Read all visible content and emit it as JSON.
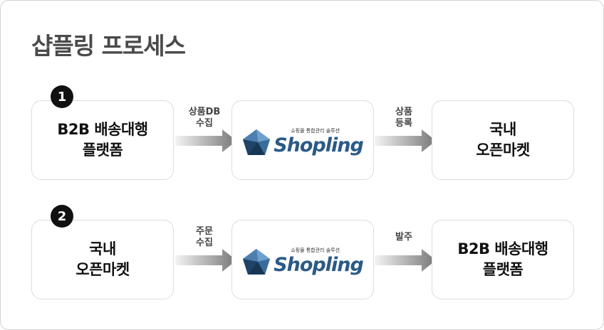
{
  "title": "샵플링 프로세스",
  "logo": {
    "tagline": "쇼핑몰 통합관리 솔루션",
    "wordmark": "Shopling",
    "icon": "pentagon-logo-icon"
  },
  "rows": [
    {
      "step": "1",
      "source": {
        "line1": "B2B 배송대행",
        "line2": "플랫폼"
      },
      "label_in": {
        "line1": "상품DB",
        "line2": "수집"
      },
      "label_out": {
        "line1": "상품",
        "line2": "등록"
      },
      "target": {
        "line1": "국내",
        "line2": "오픈마켓"
      }
    },
    {
      "step": "2",
      "source": {
        "line1": "국내",
        "line2": "오픈마켓"
      },
      "label_in": {
        "line1": "주문",
        "line2": "수집"
      },
      "label_out": {
        "line1": "발주",
        "line2": ""
      },
      "target": {
        "line1": "B2B 배송대행",
        "line2": "플랫폼"
      }
    }
  ],
  "colors": {
    "title": "#4a4a4a",
    "brand": "#2b5a86",
    "arrow_dark": "#777777",
    "arrow_light": "#f4f4f4"
  }
}
